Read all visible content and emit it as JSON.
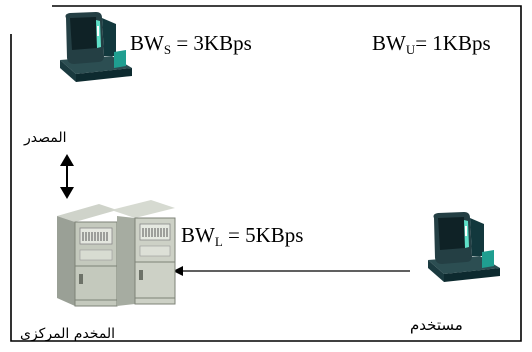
{
  "bandwidth": {
    "source": {
      "prefix": "BW",
      "sub": "S",
      "rest": " = 3KBps"
    },
    "user": {
      "prefix": "BW",
      "sub": "U",
      "rest": "= 1KBps"
    },
    "link": {
      "prefix": "BW",
      "sub": "L",
      "rest": " = 5KBps"
    }
  },
  "nodes": {
    "source_label": "المصدر",
    "server_label": "المخدم المركزي",
    "user_label": "مستخدم"
  }
}
